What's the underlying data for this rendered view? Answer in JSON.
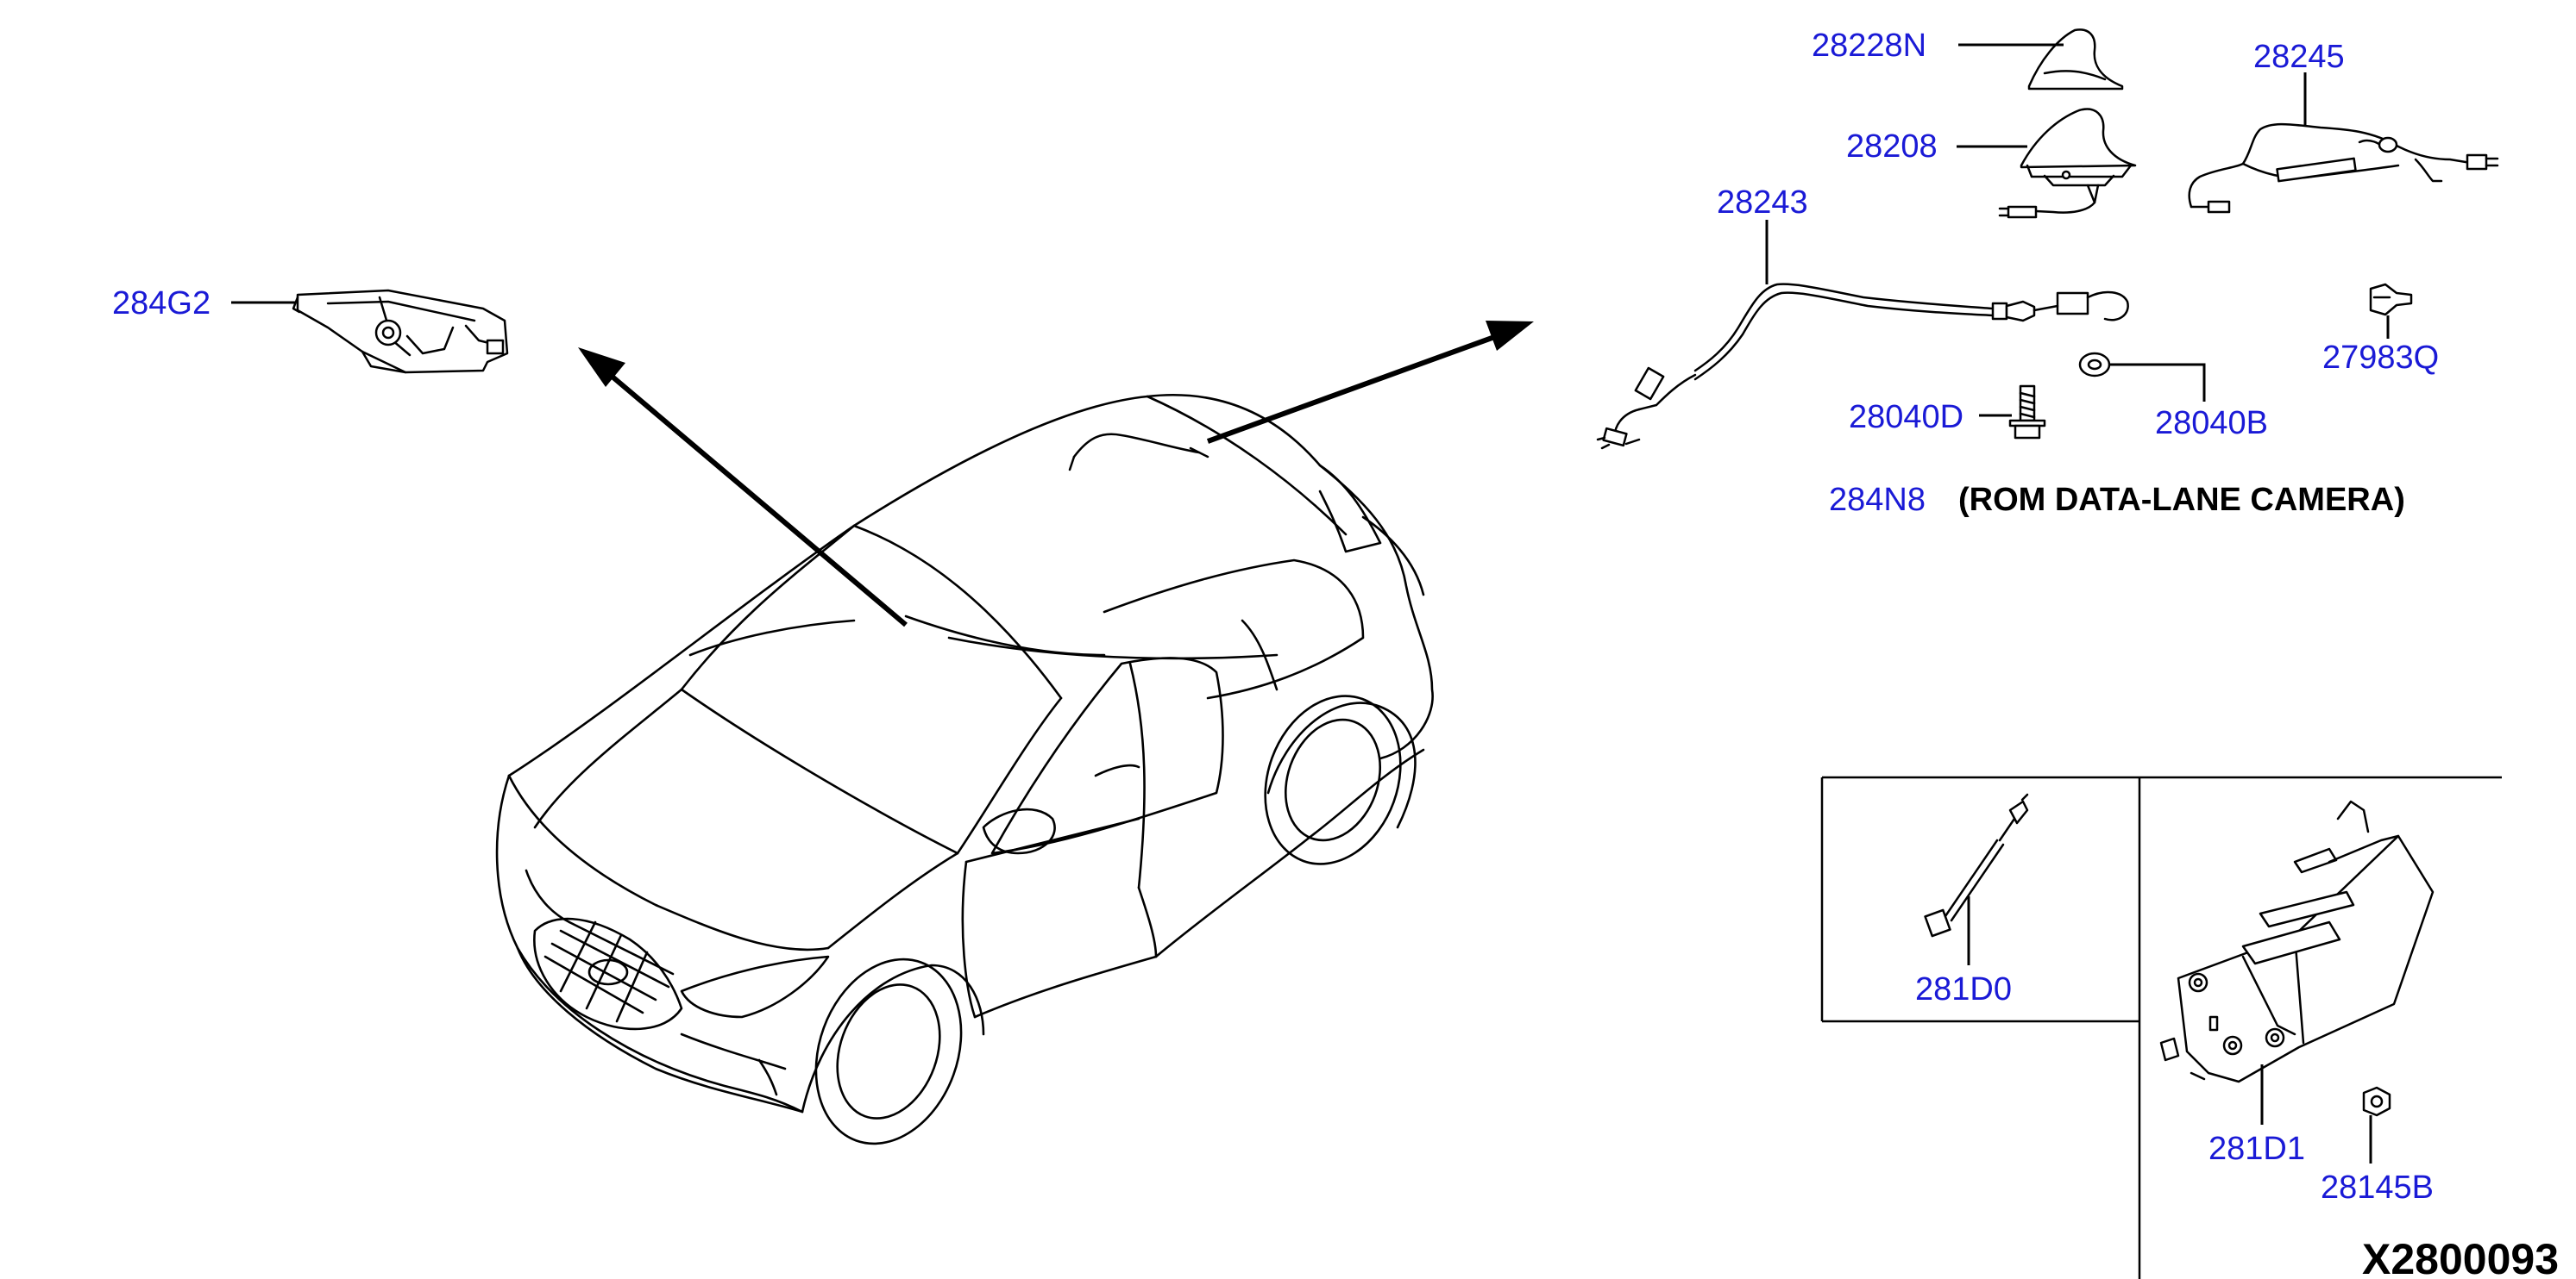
{
  "diagram": {
    "id": "X2800093",
    "note_part": "284N8",
    "note_text": "(ROM DATA-LANE CAMERA)",
    "parts": {
      "p284G2": "284G2",
      "p28228N": "28228N",
      "p28208": "28208",
      "p28245": "28245",
      "p28243": "28243",
      "p27983Q": "27983Q",
      "p28040D": "28040D",
      "p28040B": "28040B",
      "p281D0": "281D0",
      "p281D1": "281D1",
      "p28145B": "28145B"
    },
    "colors": {
      "part_number": "#1a1ad6",
      "linework": "#000000",
      "background": "#ffffff"
    }
  }
}
